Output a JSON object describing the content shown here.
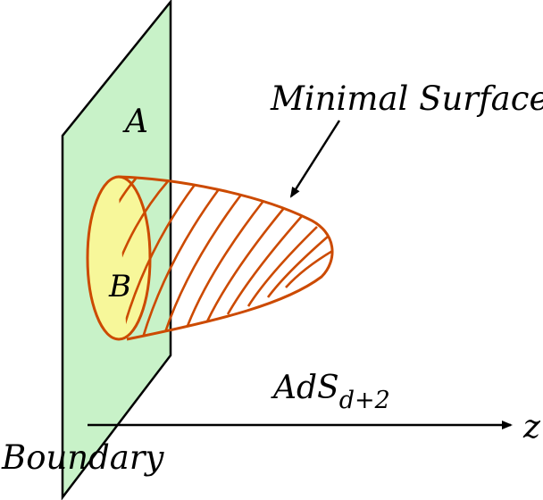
{
  "diagram": {
    "labels": {
      "region_a": "A",
      "region_b": "B",
      "minimal_surface": "Minimal Surface",
      "ads_main": "AdS",
      "ads_subscript": "d+2",
      "boundary": "Boundary",
      "axis_z": "z"
    },
    "colors": {
      "boundary_plane_fill": "#c8f2c8",
      "region_b_fill": "#f7f79a",
      "surface_stroke": "#cc4a00",
      "outline": "#000000"
    }
  }
}
